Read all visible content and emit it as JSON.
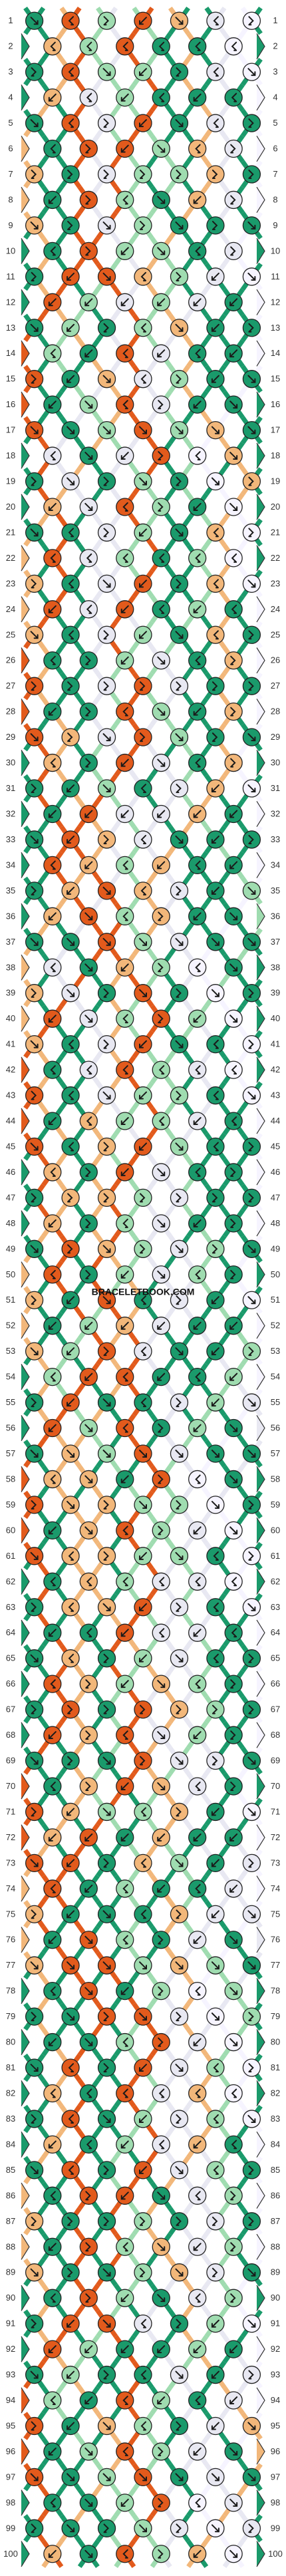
{
  "diagram": {
    "watermark": "BRACELETBOOK.COM",
    "rows": 100,
    "knots_per_odd_row": 7,
    "knots_per_even_row": 6,
    "strand_colors": [
      "#e8e8f2",
      "#1a9a6b",
      "#f2b77a",
      "#e25a1c",
      "#9fdcb0",
      "#f6f4ff"
    ],
    "color_names": [
      "lavender-white",
      "green",
      "light-orange",
      "orange-red",
      "mint",
      "white"
    ],
    "start_strands": [
      1,
      1,
      2,
      3,
      4,
      0,
      4,
      3,
      2,
      1,
      1,
      0,
      5,
      1
    ]
  }
}
